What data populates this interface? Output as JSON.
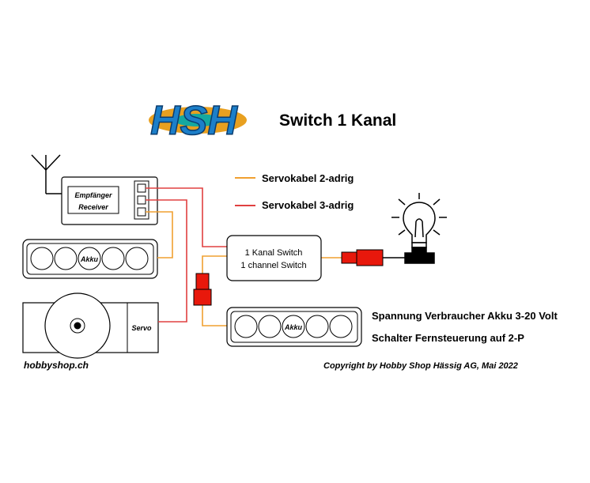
{
  "title": "Switch 1 Kanal",
  "logo": {
    "text": "HSH"
  },
  "legend": {
    "two_wire": "Servokabel 2-adrig",
    "three_wire": "Servokabel 3-adrig"
  },
  "receiver": {
    "line1": "Empfänger",
    "line2": "Receiver"
  },
  "battery_top_label": "Akku",
  "battery_bottom_label": "Akku",
  "servo_label": "Servo",
  "switch": {
    "line1": "1 Kanal Switch",
    "line2": "1 channel Switch"
  },
  "notes": {
    "voltage": "Spannung Verbraucher Akku 3-20 Volt",
    "transmitter": "Schalter Fernsteuerung auf 2-P"
  },
  "footer": {
    "site": "hobbyshop.ch",
    "copyright": "Copyright by Hobby Shop Hässig AG, Mai 2022"
  },
  "colors": {
    "two_wire": "#f0a030",
    "three_wire": "#e04040",
    "connector": "#e8180c",
    "logo_blue": "#1c7fc9",
    "logo_orange": "#e8a020",
    "logo_teal": "#14a8a0"
  }
}
